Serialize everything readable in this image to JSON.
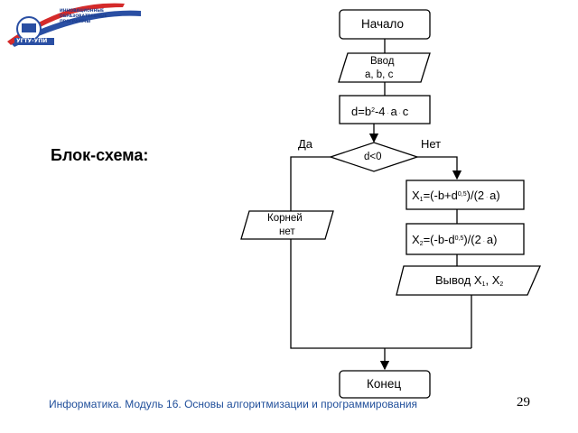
{
  "logo": {
    "lines": [
      "ИННОВАЦИОННЫЕ",
      "ОБРАЗОВАТЕЛЬНЫЕ",
      "ПРОГРАММЫ"
    ],
    "brand": "УГТУ-УПИ",
    "colors": {
      "blue": "#2a4fa3",
      "red": "#d42a2a"
    }
  },
  "slide": {
    "title": "Блок-схема:",
    "footer": "Информатика. Модуль 16. Основы алгоритмизации и программирования",
    "page_number": "29"
  },
  "flowchart": {
    "start": "Начало",
    "input": {
      "line1": "Ввод",
      "line2": "a, b, c"
    },
    "disc": {
      "lhs": "d=b",
      "exp": "2",
      "rest1": "-4",
      "a": "a",
      "c": "c"
    },
    "cond": "d<0",
    "yes": "Да",
    "no": "Нет",
    "no_roots": {
      "line1": "Корней",
      "line2": "нет"
    },
    "x1": {
      "x": "X",
      "sub": "1",
      "pre": "=(-b+d",
      "sup": "0,5",
      "post": ")/(2",
      "a": "a)"
    },
    "x2": {
      "x": "X",
      "sub": "2",
      "pre": "=(-b-d",
      "sup": "0,5",
      "post": ")/(2",
      "a": "a)"
    },
    "output": {
      "pre": "Вывод X",
      "sub1": "1",
      "mid": ", X",
      "sub2": "2"
    },
    "end": "Конец",
    "line_color": "#000000"
  }
}
